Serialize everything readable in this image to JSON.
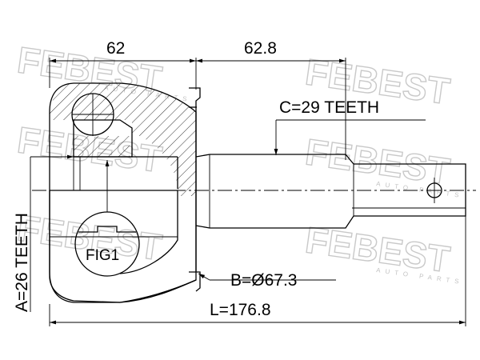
{
  "watermark": {
    "brand": "FEBEST",
    "tagline": "AUTO PARTS"
  },
  "dimensions": {
    "width_left": "62",
    "width_right": "62.8",
    "spline_outer": "C=29 TEETH",
    "spline_inner": "A=26 TEETH",
    "diameter": "B=Ø67.3",
    "length": "L=176.8"
  },
  "figure_label": "FIG1"
}
